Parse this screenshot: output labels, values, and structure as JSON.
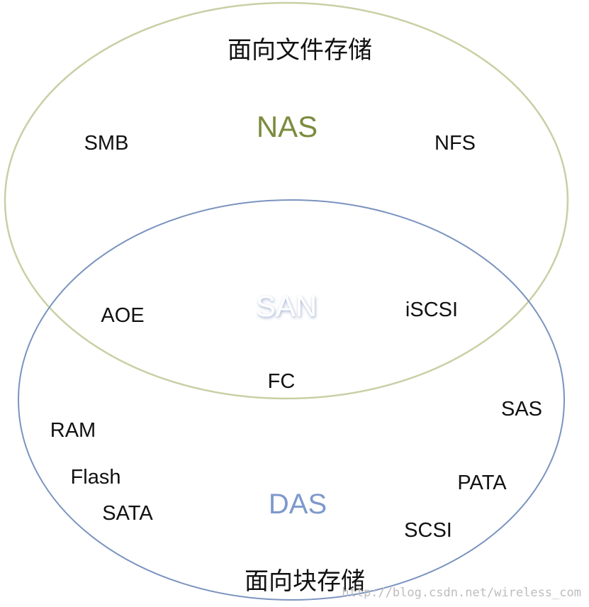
{
  "diagram": {
    "top_set": {
      "caption": "面向文件存储",
      "name": "NAS",
      "items": [
        "SMB",
        "NFS"
      ]
    },
    "intersection": {
      "name": "SAN",
      "items": [
        "AOE",
        "iSCSI",
        "FC"
      ]
    },
    "bottom_set": {
      "caption": "面向块存储",
      "name": "DAS",
      "items": [
        "RAM",
        "Flash",
        "SATA",
        "SAS",
        "PATA",
        "SCSI"
      ]
    },
    "watermark": "http://blog.csdn.net/wireless_com",
    "colors": {
      "nas_outline": "#c9cfa4",
      "nas_title": "#7b8c3e",
      "das_outline": "#7a93bf",
      "das_title": "#7d99cc",
      "san_fill": "#ffffff",
      "san_shadow": "#9fb0cf"
    }
  }
}
